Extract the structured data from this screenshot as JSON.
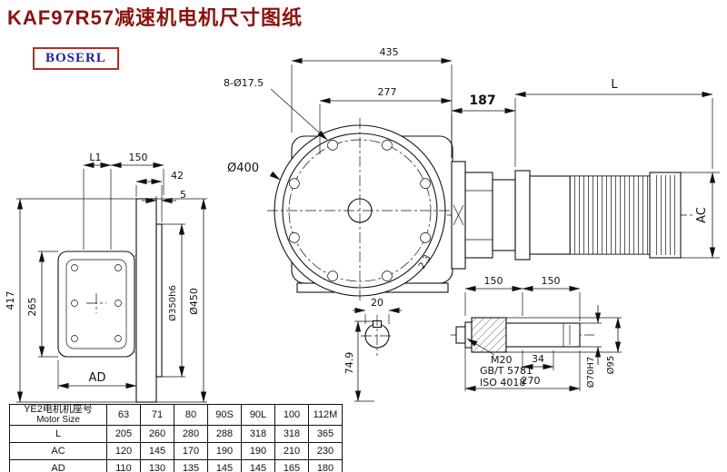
{
  "page": {
    "title": "KAF97R57减速机电机尺寸图纸",
    "logo": "BOSERL"
  },
  "drawing": {
    "front": {
      "d435": "435",
      "holes": "8-Ø17.5",
      "d277": "277",
      "d400": "Ø400",
      "finish": "2.3",
      "d20": "20"
    },
    "side": {
      "L1": "L1",
      "d150": "150",
      "d42": "42",
      "d5": "5",
      "d417": "417",
      "d265": "265",
      "AD": "AD",
      "d350": "Ø350h6",
      "d450": "Ø450"
    },
    "motor": {
      "d187": "187",
      "L": "L",
      "AC": "AC"
    },
    "section": {
      "d74_9": "74.9"
    },
    "shaft": {
      "d150a": "150",
      "d150b": "150",
      "M20": "M20",
      "std1": "GB/T 5781",
      "std2": "ISO 4018",
      "d34": "34",
      "d270": "270",
      "d70": "Ø70H7",
      "d95": "Ø95"
    }
  },
  "table": {
    "header": {
      "label_cn": "YE2电机机座号",
      "label_en": "Motor Size",
      "sizes": [
        "63",
        "71",
        "80",
        "90S",
        "90L",
        "100",
        "112M"
      ]
    },
    "rows": [
      {
        "label": "L",
        "values": [
          "205",
          "260",
          "280",
          "288",
          "318",
          "318",
          "365"
        ]
      },
      {
        "label": "AC",
        "values": [
          "120",
          "145",
          "170",
          "190",
          "190",
          "210",
          "230"
        ]
      },
      {
        "label": "AD",
        "values": [
          "110",
          "130",
          "135",
          "145",
          "145",
          "165",
          "180"
        ]
      }
    ]
  }
}
